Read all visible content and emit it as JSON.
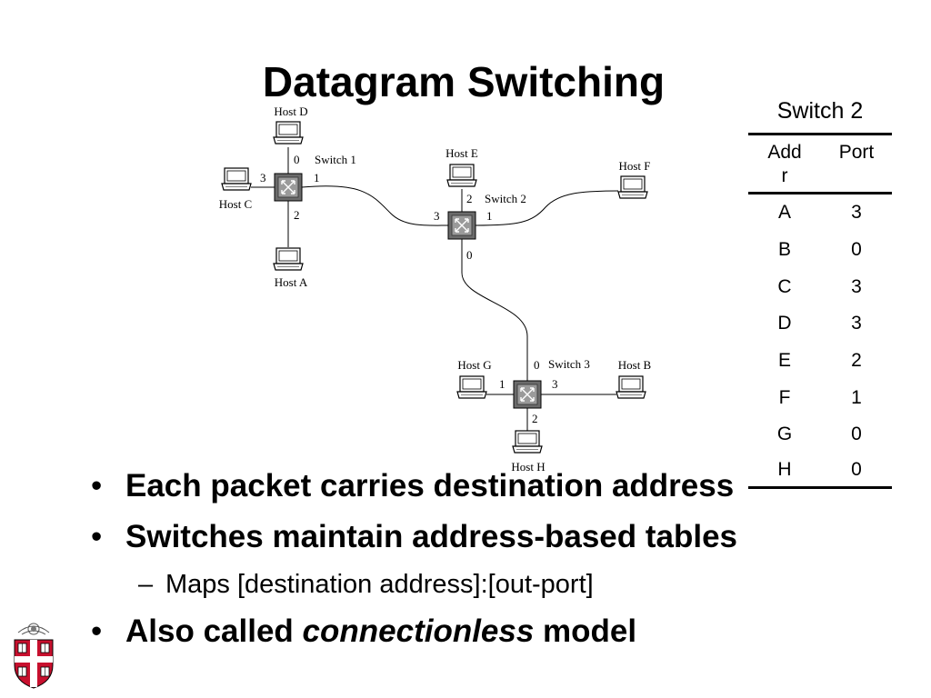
{
  "slide": {
    "title": "Datagram Switching"
  },
  "diagram": {
    "switches": [
      {
        "label": "Switch 1",
        "ports": [
          "0",
          "1",
          "2",
          "3"
        ]
      },
      {
        "label": "Switch 2",
        "ports": [
          "0",
          "1",
          "2",
          "3"
        ]
      },
      {
        "label": "Switch 3",
        "ports": [
          "0",
          "1",
          "2",
          "3"
        ]
      }
    ],
    "hosts": {
      "a": "Host A",
      "b": "Host B",
      "c": "Host C",
      "d": "Host D",
      "e": "Host E",
      "f": "Host F",
      "g": "Host G",
      "h": "Host H"
    }
  },
  "table": {
    "title": "Switch 2",
    "headers": {
      "addr_line1": "Add",
      "addr_line2": "r",
      "port": "Port"
    },
    "rows": [
      {
        "addr": "A",
        "port": "3"
      },
      {
        "addr": "B",
        "port": "0"
      },
      {
        "addr": "C",
        "port": "3"
      },
      {
        "addr": "D",
        "port": "3"
      },
      {
        "addr": "E",
        "port": "2"
      },
      {
        "addr": "F",
        "port": "1"
      },
      {
        "addr": "G",
        "port": "0"
      },
      {
        "addr": "H",
        "port": "0"
      }
    ]
  },
  "bullets": {
    "b1": "Each packet carries destination address",
    "b2": "Switches maintain address-based tables",
    "sub1": "Maps [destination address]:[out-port]",
    "b3_prefix": "Also called ",
    "b3_italic": "connectionless",
    "b3_suffix": " model",
    "dot": "•",
    "dash": "–"
  },
  "colors": {
    "logo_red": "#c8102e",
    "switch_gray": "#6b6b6b"
  },
  "logo": {
    "icon": "university-shield-icon"
  }
}
